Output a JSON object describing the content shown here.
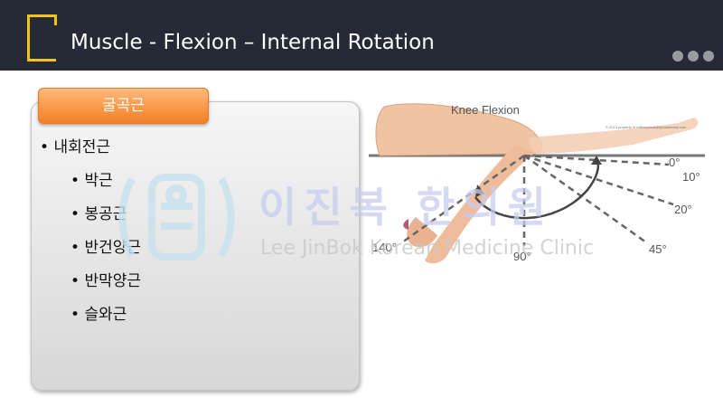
{
  "slide": {
    "title": "Muscle - Flexion – Internal Rotation"
  },
  "card": {
    "tab_label": "굴곡근",
    "items": [
      {
        "label": "내회전근",
        "level": 1
      },
      {
        "label": "박근",
        "level": 2
      },
      {
        "label": "봉공근",
        "level": 2
      },
      {
        "label": "반건양근",
        "level": 2
      },
      {
        "label": "반막양근",
        "level": 2
      },
      {
        "label": "슬와근",
        "level": 2
      }
    ]
  },
  "figure": {
    "heading": "Knee Flexion",
    "copyright": "© 2013 property of militarydisabilitymadeeasy.com",
    "angles": [
      "0°",
      "10°",
      "20°",
      "45°",
      "90°",
      "140°"
    ]
  },
  "watermark": {
    "korean": "이진복 한의원",
    "english": "Lee JinBok Korean Medicine Clinic"
  },
  "colors": {
    "header_bg": "#262a36",
    "accent_yellow": "#f2c515",
    "tab_orange": "#f57f22",
    "skin": "#f0c3a3",
    "dashed_line": "#666666"
  }
}
